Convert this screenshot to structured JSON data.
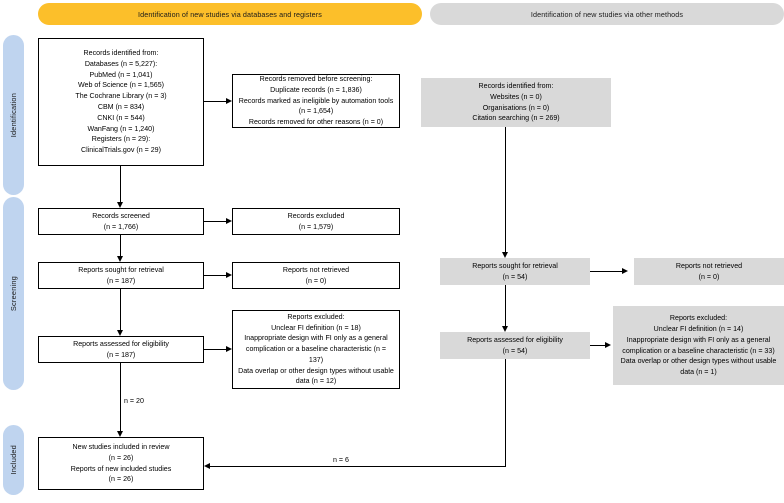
{
  "headers": {
    "databases": "Identification of new studies via databases and registers",
    "other_methods": "Identification of new studies via other methods"
  },
  "stages": {
    "identification": "Identification",
    "screening": "Screening",
    "included": "Included"
  },
  "colors": {
    "databases_header": "#fcbf2a",
    "other_header": "#d9d9d9",
    "stage_pill": "#bfd4ef",
    "filled_box": "#d9d9d9",
    "outline_box": "#ffffff",
    "stroke": "#000000"
  },
  "chart_data": {
    "type": "diagram",
    "title": "PRISMA 2020 flow diagram for new systematic reviews which included searches of databases, registers and other sources",
    "nodes": [
      {
        "id": "db-identified",
        "column": "databases",
        "stage": "identification",
        "style": "outline",
        "text": "Records identified from:\nDatabases (n = 5,227):\nPubMed (n = 1,041)\nWeb of Science (n = 1,565)\nThe Cochrane Library (n = 3)\nCBM (n = 834)\nCNKI (n = 544)\nWanFang (n = 1,240)\nRegisters (n = 29):\nClinicalTrials.gov (n = 29)"
      },
      {
        "id": "db-removed",
        "column": "databases",
        "stage": "identification",
        "style": "outline",
        "text": "Records removed before screening:\nDuplicate records (n = 1,836)\nRecords marked as ineligible by automation tools (n = 1,654)\nRecords removed for other reasons (n = 0)"
      },
      {
        "id": "db-screened",
        "column": "databases",
        "stage": "screening",
        "style": "outline",
        "text": "Records screened\n(n = 1,766)"
      },
      {
        "id": "db-excluded",
        "column": "databases",
        "stage": "screening",
        "style": "outline",
        "text": "Records excluded\n(n = 1,579)"
      },
      {
        "id": "db-sought",
        "column": "databases",
        "stage": "screening",
        "style": "outline",
        "text": "Reports sought for retrieval\n(n = 187)"
      },
      {
        "id": "db-notretrieved",
        "column": "databases",
        "stage": "screening",
        "style": "outline",
        "text": "Reports not retrieved\n(n = 0)"
      },
      {
        "id": "db-assessed",
        "column": "databases",
        "stage": "screening",
        "style": "outline",
        "text": "Reports assessed for eligibility\n(n = 187)"
      },
      {
        "id": "db-repexcluded",
        "column": "databases",
        "stage": "screening",
        "style": "outline",
        "text": "Reports excluded:\nUnclear FI definition (n = 18)\nInappropriate design with FI only as a general complication or a baseline characteristic (n = 137)\nData overlap or other design types without usable data (n = 12)"
      },
      {
        "id": "ot-identified",
        "column": "other",
        "stage": "identification",
        "style": "filled",
        "text": "Records identified from:\nWebsites (n = 0)\nOrganisations (n = 0)\nCitation searching (n = 269)"
      },
      {
        "id": "ot-sought",
        "column": "other",
        "stage": "screening",
        "style": "filled",
        "text": "Reports sought for retrieval\n(n = 54)"
      },
      {
        "id": "ot-notretrieved",
        "column": "other",
        "stage": "screening",
        "style": "filled",
        "text": "Reports not retrieved\n(n = 0)"
      },
      {
        "id": "ot-assessed",
        "column": "other",
        "stage": "screening",
        "style": "filled",
        "text": "Reports assessed for eligibility\n(n = 54)"
      },
      {
        "id": "ot-repexcluded",
        "column": "other",
        "stage": "screening",
        "style": "filled",
        "text": "Reports excluded:\nUnclear FI definition (n = 14)\nInappropriate design with FI only as a general complication or a baseline characteristic (n = 33)\nData overlap or other design types without usable data (n = 1)"
      },
      {
        "id": "included",
        "column": "databases",
        "stage": "included",
        "style": "outline",
        "text": "New studies included in review\n(n = 26)\nReports of new included studies\n(n = 26)"
      }
    ],
    "edge_labels": {
      "from_db_assessed": "n = 20",
      "from_other_assessed": "n = 6"
    }
  }
}
